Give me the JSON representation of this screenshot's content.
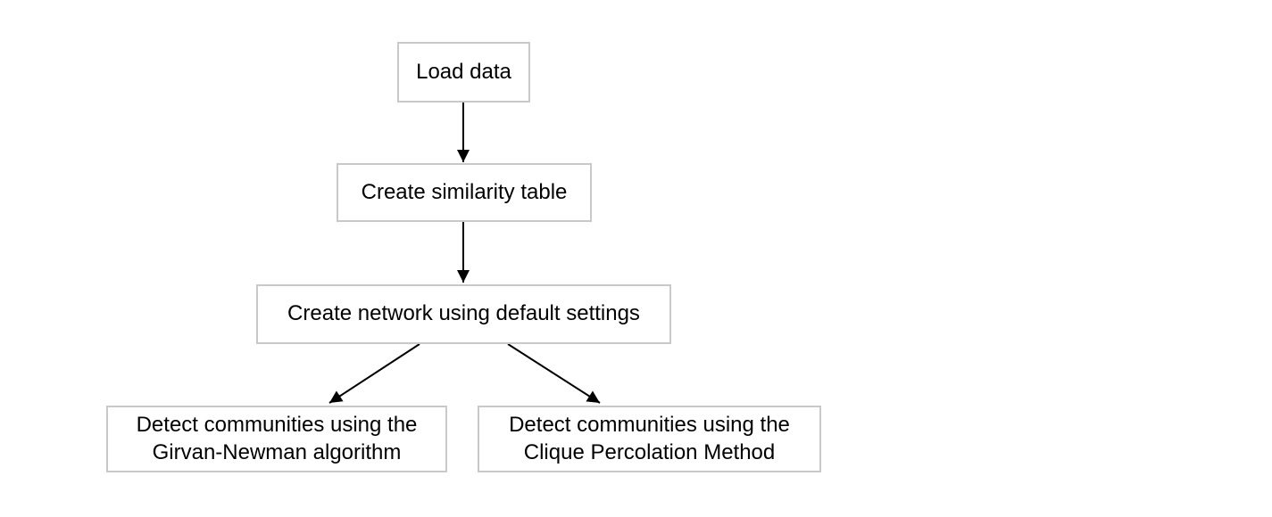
{
  "diagram": {
    "type": "flowchart",
    "background": "#ffffff",
    "colors": {
      "node_fill": "#ffffff",
      "node_border": "#c9c9c9",
      "text": "#000000",
      "arrow": "#000000"
    },
    "nodes": {
      "load_data": {
        "label": "Load data"
      },
      "create_similarity_table": {
        "label": "Create similarity table"
      },
      "create_network": {
        "label": "Create network using default settings"
      },
      "detect_girvan_newman": {
        "label": "Detect communities using the\nGirvan-Newman algorithm"
      },
      "detect_clique_percolation": {
        "label": "Detect communities using the\nClique Percolation Method"
      }
    },
    "edges": [
      {
        "from": "load_data",
        "to": "create_similarity_table"
      },
      {
        "from": "create_similarity_table",
        "to": "create_network"
      },
      {
        "from": "create_network",
        "to": "detect_girvan_newman"
      },
      {
        "from": "create_network",
        "to": "detect_clique_percolation"
      }
    ]
  }
}
